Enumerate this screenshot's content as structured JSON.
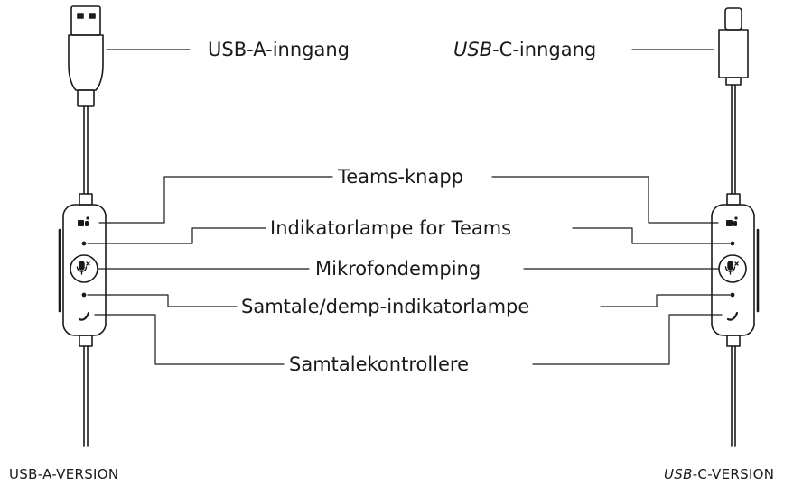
{
  "labels": {
    "usb_a_port": "USB-A-inngang",
    "usb_c_port_prefix": "USB",
    "usb_c_port_suffix": "-C-inngang",
    "teams_button": "Teams-knapp",
    "teams_indicator": "Indikatorlampe for Teams",
    "mic_mute": "Mikrofondemping",
    "call_mute_indicator": "Samtale/demp-indikatorlampe",
    "call_controls": "Samtalekontrollere"
  },
  "versions": {
    "usb_a": "USB-A-VERSION",
    "usb_c_prefix": "USB",
    "usb_c_suffix": "-C-VERSION"
  },
  "icons": [
    "teams-icon",
    "mic-mute-icon",
    "phone-icon"
  ],
  "colors": {
    "line": "#1a1a1a",
    "background": "#ffffff"
  }
}
